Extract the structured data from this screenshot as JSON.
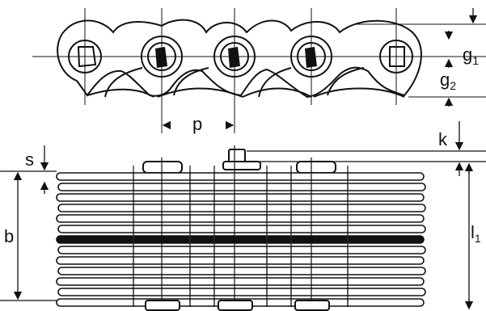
{
  "labels": {
    "g1": {
      "base": "g",
      "sub": "1"
    },
    "g2": {
      "base": "g",
      "sub": "2"
    },
    "p": "p",
    "k": "k",
    "s": "s",
    "b": "b",
    "l1": {
      "base": "l",
      "sub": "1"
    }
  },
  "colors": {
    "line": "#111111",
    "fill": "#ffffff",
    "dark": "#111111"
  }
}
